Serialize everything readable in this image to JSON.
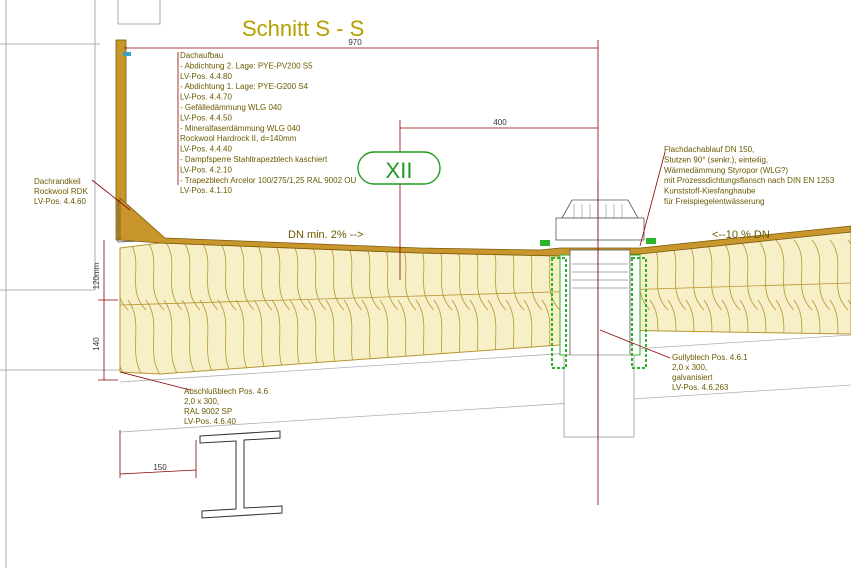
{
  "title": "Schnitt S - S",
  "detail_marker": "XII",
  "dimensions": {
    "d970": "970",
    "d400": "400",
    "d120": "120mm",
    "d140": "140",
    "d150": "150"
  },
  "slope_labels": {
    "left": "DN min. 2% -->",
    "right": "<--10 % DN"
  },
  "note_dachaufbau": [
    "Dachaufbau",
    "- Abdichtung 2. Lage: PYE-PV200 S5",
    "  LV-Pos. 4.4.80",
    "- Abdichtung 1. Lage: PYE-G200 S4",
    "  LV-Pos. 4.4.70",
    "- Gefälledämmung WLG 040",
    "  LV-Pos. 4.4.50",
    "- Mineralfaserdämmung WLG 040",
    "  Rockwool Hardrock II, d=140mm",
    "  LV-Pos. 4.4.40",
    "- Dampfsperre Stahltrapezblech kaschiert",
    "  LV-Pos. 4.2.10",
    "- Trapezblech Arcelor 100/275/1,25 RAL 9002 OU",
    "  LV-Pos. 4.1.10"
  ],
  "note_dachrandkeil": [
    "Dachrandkeil",
    "Rockwool RDK",
    "LV-Pos. 4.4.60"
  ],
  "note_flachdachablauf": [
    "Flachdachablauf DN 150,",
    "Stutzen 90° (senkr.), einteilig,",
    "Wärmedämmung Styropor (WLG?)",
    "mit Prozessdichtungsflansch nach DIN EN 1253",
    "Kunststoff-Kiesfanghaube",
    "für Freispiegelentwässerung"
  ],
  "note_abschlussblech": [
    "Abschlußblech Pos. 4.6",
    "2,0 x 300,",
    "RAL 9002 SP",
    "LV-Pos. 4.6.40"
  ],
  "note_gullyblech": [
    "Gullyblech Pos. 4.6.1",
    "2,0 x 300,",
    "galvanisiert",
    "LV-Pos. 4.6.263"
  ],
  "colors": {
    "title": "#b3a000",
    "note": "#6b5a00",
    "membrane": "#c8962a",
    "insulation": "#f6efc8",
    "insulation_stroke": "#b8962d",
    "dim_line": "#8b0000",
    "drain": "#2bb32b",
    "marker": "#1f9a1f"
  }
}
